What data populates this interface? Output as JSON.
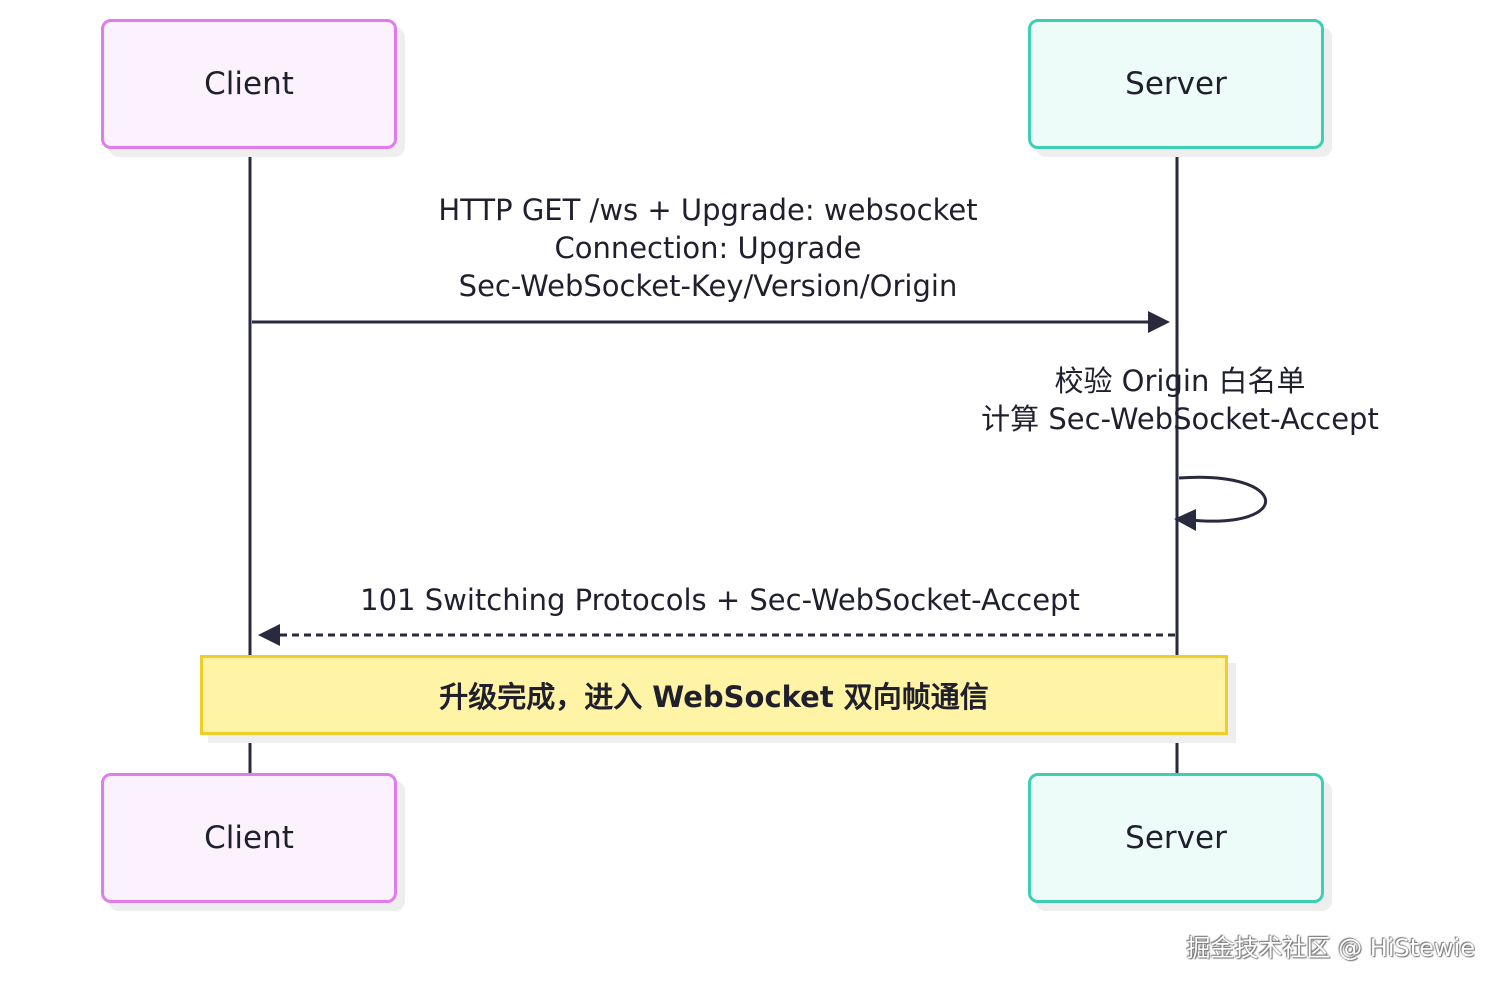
{
  "participants": {
    "client": "Client",
    "server": "Server"
  },
  "messages": {
    "request": {
      "line1": "HTTP GET /ws + Upgrade: websocket",
      "line2": "Connection: Upgrade",
      "line3": "Sec-WebSocket-Key/Version/Origin"
    },
    "self_check": {
      "line1": "校验 Origin 白名单",
      "line2": "计算 Sec-WebSocket-Accept"
    },
    "response": {
      "line1": "101 Switching Protocols + Sec-WebSocket-Accept"
    }
  },
  "note": {
    "text": "升级完成，进入 WebSocket 双向帧通信"
  },
  "watermark": "掘金技术社区 @ HiStewie",
  "colors": {
    "client_fill": "#fcf2fe",
    "client_border": "#e07ced",
    "server_fill": "#edfcf8",
    "server_border": "#3ccfb4",
    "note_fill": "#fff4a6",
    "note_border": "#f2cd2a",
    "line": "#2a2a3e"
  }
}
